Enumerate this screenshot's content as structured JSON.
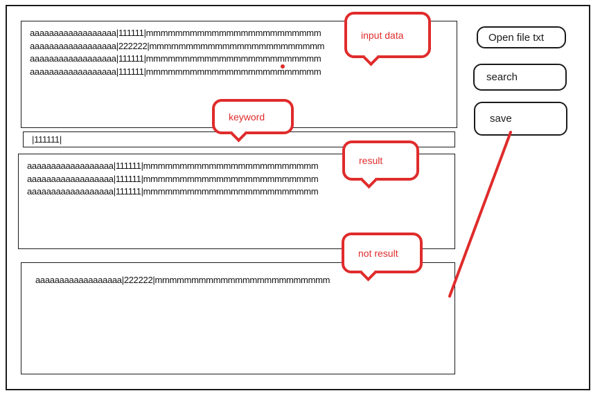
{
  "colors": {
    "annotation_red": "#e02b2b",
    "ink_black": "#1a1a1a",
    "background": "#ffffff"
  },
  "input_box": {
    "lines": [
      "aaaaaaaaaaaaaaaaaa|111111|mmmmmmmmmmmmmmmmmmmmmmmm",
      "aaaaaaaaaaaaaaaaaa|222222|mmmmmmmmmmmmmmmmmmmmmmmm",
      "aaaaaaaaaaaaaaaaaa|111111|mmmmmmmmmmmmmmmmmmmmmmmm",
      "aaaaaaaaaaaaaaaaaa|111111|mmmmmmmmmmmmmmmmmmmmmmmm"
    ]
  },
  "keyword_field": {
    "value": "|111111|"
  },
  "result_box": {
    "lines": [
      "aaaaaaaaaaaaaaaaaa|111111|mmmmmmmmmmmmmmmmmmmmmmmm",
      "aaaaaaaaaaaaaaaaaa|111111|mmmmmmmmmmmmmmmmmmmmmmmm",
      "aaaaaaaaaaaaaaaaaa|111111|mmmmmmmmmmmmmmmmmmmmmmmm"
    ]
  },
  "not_result_box": {
    "lines": [
      "aaaaaaaaaaaaaaaaaa|222222|mmmmmmmmmmmmmmmmmmmmmmmm"
    ]
  },
  "buttons": {
    "open_file": "Open file txt",
    "search": "search",
    "save": "save"
  },
  "callouts": {
    "input_data": "input data",
    "keyword": "keyword",
    "result": "result",
    "not_result": "not result"
  }
}
